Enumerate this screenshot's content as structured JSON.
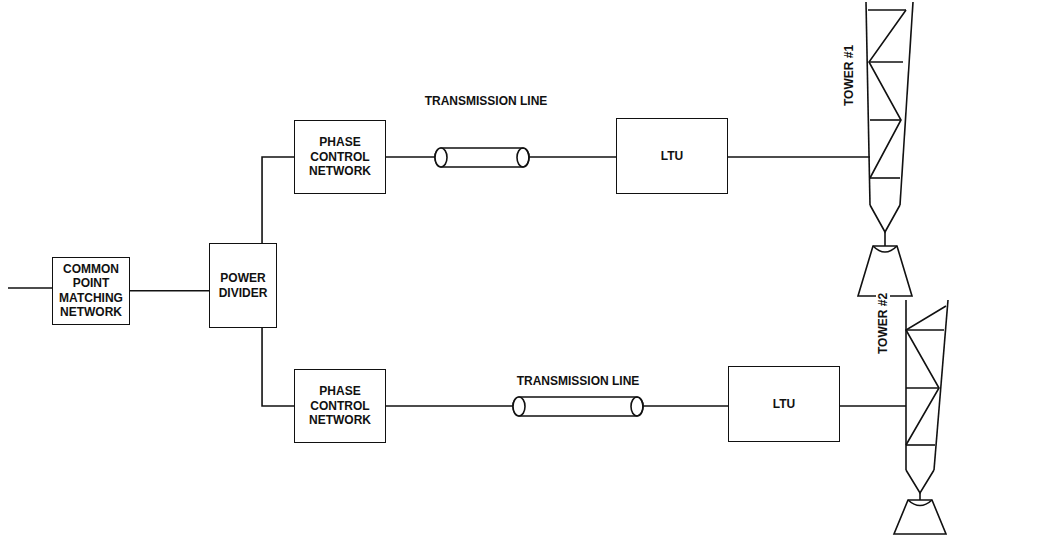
{
  "diagram": {
    "nodes": [
      {
        "text": [
          "COMMON POINT MATCHING NETWORK"
        ]
      },
      {
        "text": [
          "POWER DIVIDER"
        ]
      },
      {
        "text": [
          "PHASE CONTROL NETWORK"
        ]
      },
      {
        "text": [
          "PHASE CONTROL NETWORK"
        ]
      },
      {
        "text": [
          "LTU"
        ]
      },
      {
        "text": [
          "LTU"
        ]
      }
    ],
    "edges": [
      {
        "from": 0,
        "to": 1,
        "arrow": "none"
      },
      {
        "from": 1,
        "to": 2,
        "arrow": "none"
      },
      {
        "from": 1,
        "to": 3,
        "arrow": "none"
      },
      {
        "from": 2,
        "to": 4,
        "label": "TRANSMISSION LINE",
        "arrow": "none"
      },
      {
        "from": 3,
        "to": 5,
        "label": "TRANSMISSION LINE",
        "arrow": "none"
      }
    ],
    "labels": [
      "TOWER #1",
      "TOWER #2"
    ]
  }
}
